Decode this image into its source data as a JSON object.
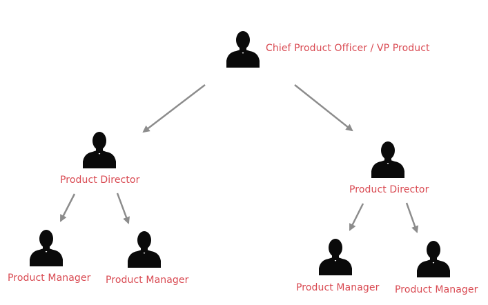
{
  "org_chart": {
    "root": {
      "title": "Chief Product Officer / VP Product"
    },
    "directors": [
      {
        "title": "Product Director",
        "managers": [
          {
            "title": "Product Manager"
          },
          {
            "title": "Product Manager"
          }
        ]
      },
      {
        "title": "Product Director",
        "managers": [
          {
            "title": "Product Manager"
          },
          {
            "title": "Product Manager"
          }
        ]
      }
    ]
  },
  "colors": {
    "label_text": "#d94a52",
    "person_icon": "#0a0a0a",
    "connector_arrow": "#8c8c8c"
  },
  "icons": {
    "person": "person-silhouette-icon",
    "connector": "arrow-down-icon"
  }
}
